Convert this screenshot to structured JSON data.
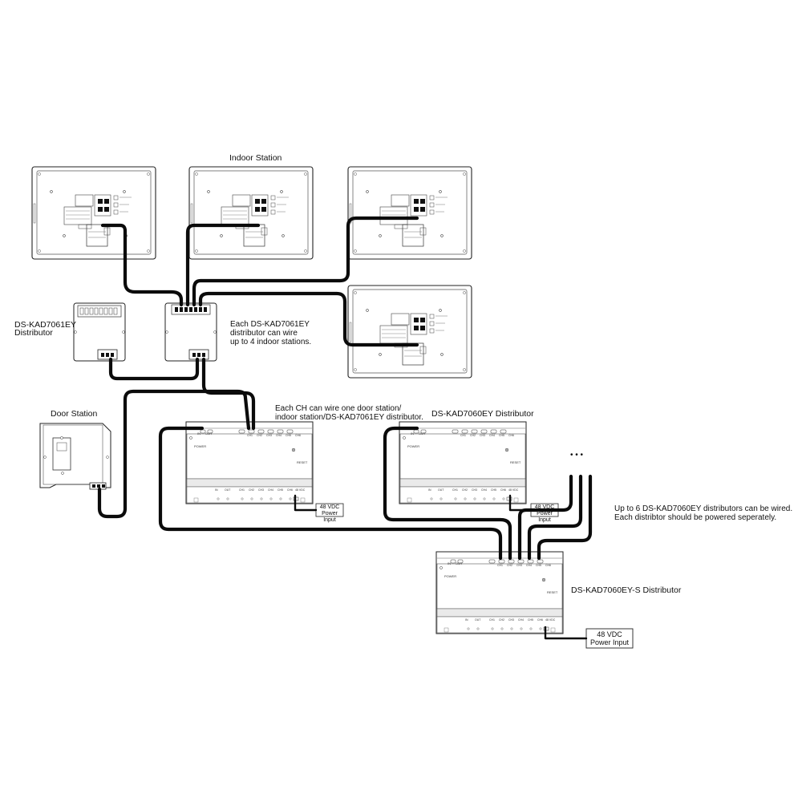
{
  "labels": {
    "indoor_station": "Indoor Station",
    "kad7061_name_line1": "DS-KAD7061EY",
    "kad7061_name_line2": "Distributor",
    "kad7061_note_line1": "Each DS-KAD7061EY",
    "kad7061_note_line2": "distributor can wire",
    "kad7061_note_line3": "up to 4 indoor stations.",
    "door_station": "Door Station",
    "ch_note_line1": "Each CH can wire one door station/",
    "ch_note_line2": "indoor station/DS-KAD7061EY distributor.",
    "kad7060_name": "DS-KAD7060EY Distributor",
    "ellipsis": "• • •",
    "cascade_note_line1": "Up to 6 DS-KAD7060EY distributors can be wired.",
    "cascade_note_line2": "Each distribtor should be powered seperately.",
    "kad7060s_name": "DS-KAD7060EY-S Distributor",
    "power_line1": "48 VDC",
    "power_line2": "Power Input"
  },
  "device_text": {
    "power": "POWER",
    "reset": "RESET",
    "in": "IN",
    "out": "OUT",
    "ch1": "CH1",
    "ch2": "CH2",
    "ch3": "CH3",
    "ch4": "CH4",
    "ch5": "CH5",
    "ch6": "CH6",
    "vdc": "48 VDC"
  }
}
